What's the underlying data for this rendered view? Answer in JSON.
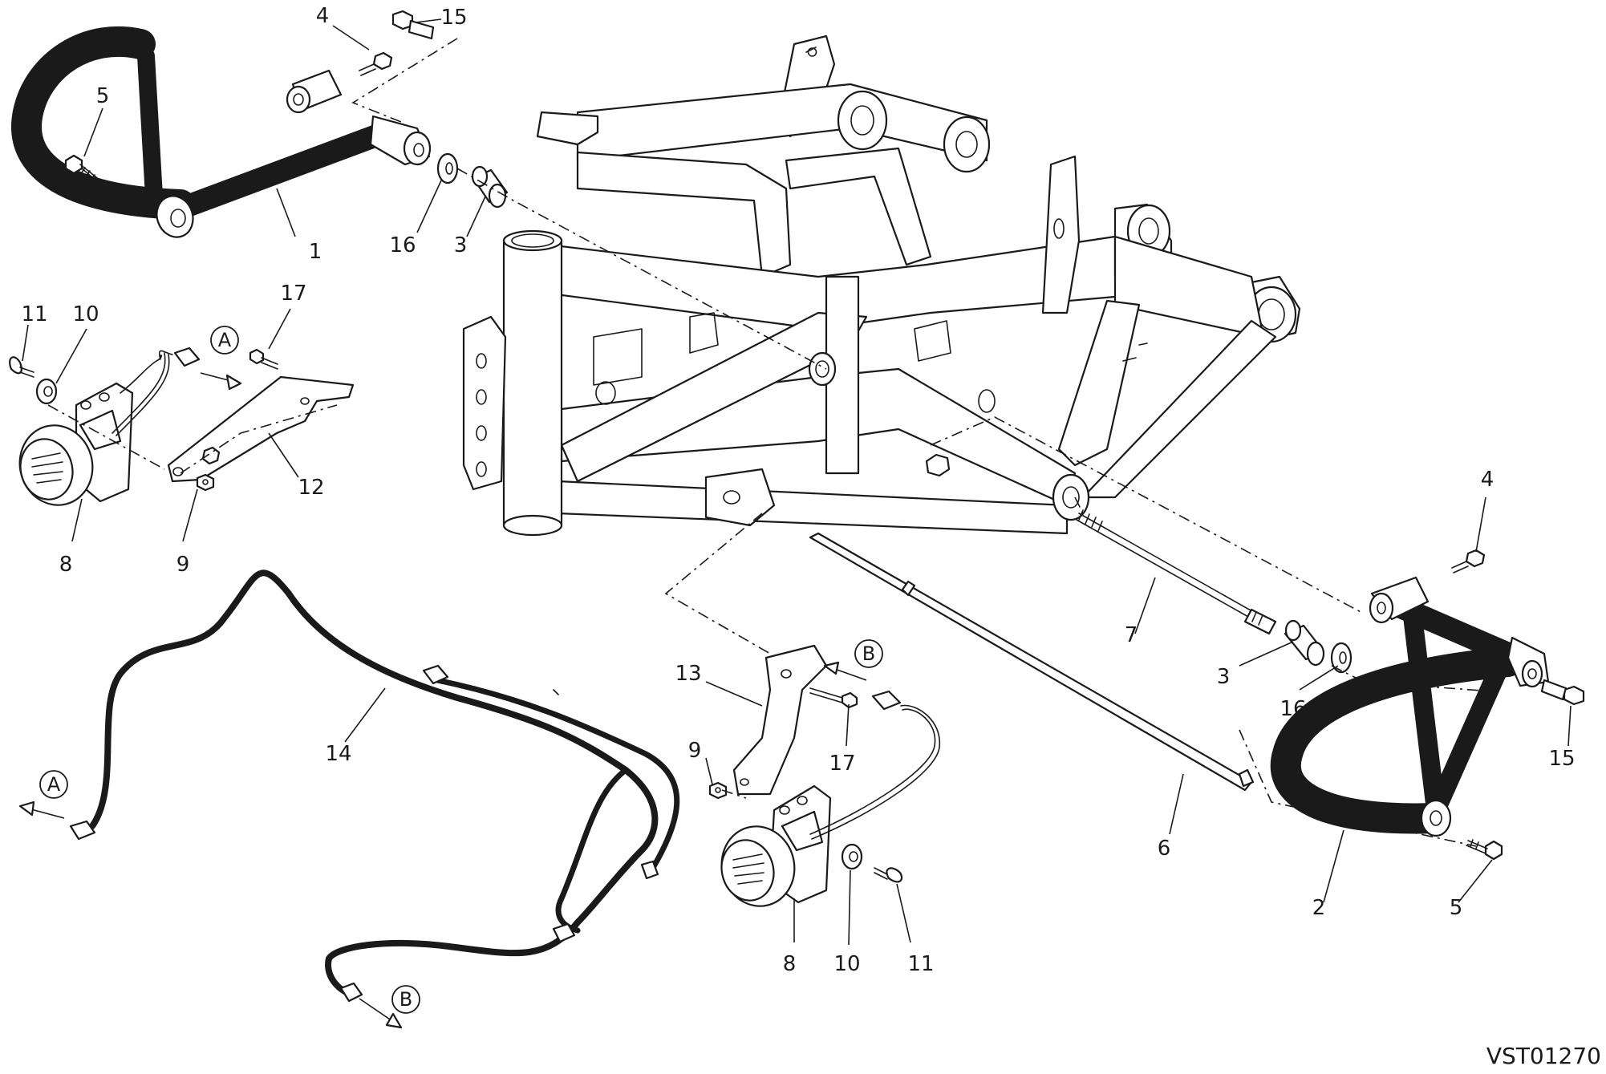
{
  "drawing_code": "VST01270",
  "part_labels": {
    "bar_left": "1",
    "bar_right": "2",
    "spacer_left": "3",
    "spacer_right": "3",
    "screw4_left": "4",
    "screw4_right": "4",
    "screw5_left": "5",
    "screw5_right": "5",
    "rod_long": "6",
    "rod_threaded": "7",
    "lamp_left": "8",
    "lamp_right": "8",
    "nut_left": "9",
    "nut_right": "9",
    "grommet_left": "10",
    "grommet_right": "10",
    "plug_left": "11",
    "plug_right": "11",
    "bracket_left": "12",
    "bracket_right": "13",
    "harness": "14",
    "bolt15_left": "15",
    "bolt15_right": "15",
    "washer_left": "16",
    "washer_right": "16",
    "screw17_left": "17",
    "screw17_right": "17"
  },
  "connector_refs": {
    "a_upper": "A",
    "a_lower": "A",
    "b_upper": "B",
    "b_lower": "B"
  }
}
